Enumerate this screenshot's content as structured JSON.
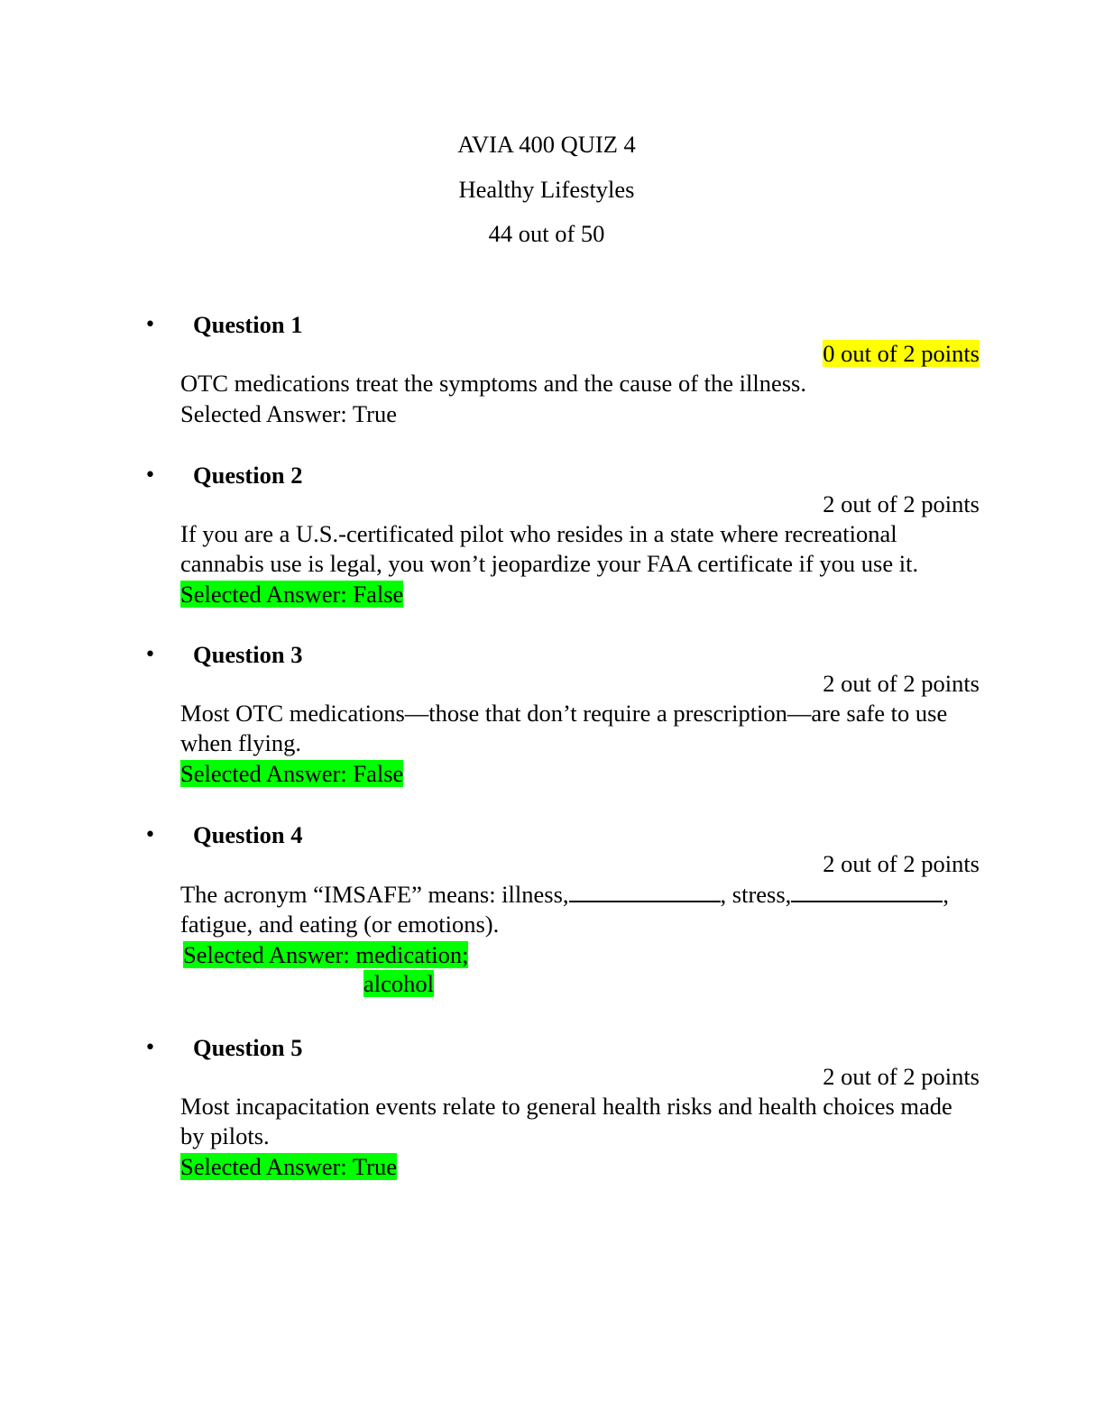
{
  "header": {
    "course": "AVIA 400 QUIZ 4",
    "topic": "Healthy Lifestyles",
    "score": "44 out of 50"
  },
  "colors": {
    "highlight_incorrect": "#ffff00",
    "highlight_correct": "#00ff00"
  },
  "bullet_glyph": "•",
  "questions": [
    {
      "title": "Question 1",
      "points": "0 out of 2 points",
      "text": "OTC medications treat the symptoms and the cause of the illness.",
      "answer_label": "Selected Answer:",
      "answer_value": "True"
    },
    {
      "title": "Question 2",
      "points": "2 out of 2 points",
      "text_line1": "If you are a U.S.-certificated pilot who resides in a state where recreational",
      "text_line2": "cannabis use is legal, you won’t jeopardize your FAA certificate if you use it.",
      "answer_label": "Selected Answer:",
      "answer_value": "False"
    },
    {
      "title": "Question 3",
      "points": "2 out of 2 points",
      "text_line1": "Most OTC medications—those that don’t require a prescription—are safe to use",
      "text_line2": "when flying.",
      "answer_label": "Selected Answer:",
      "answer_value": "False"
    },
    {
      "title": "Question 4",
      "points": "2 out of 2 points",
      "text_part1": "The acronym “IMSAFE” means: illness,",
      "text_part2": ", stress,",
      "text_part3": ",",
      "text_line2": "fatigue, and eating (or emotions).",
      "answer_label": "Selected Answer:",
      "answer_value1": "medication;",
      "answer_value2": "alcohol"
    },
    {
      "title": "Question 5",
      "points": "2 out of 2 points",
      "text_line1": "Most incapacitation events relate to general health risks and health choices made",
      "text_line2": "by pilots.",
      "answer_label": "Selected Answer:",
      "answer_value": "True"
    }
  ]
}
